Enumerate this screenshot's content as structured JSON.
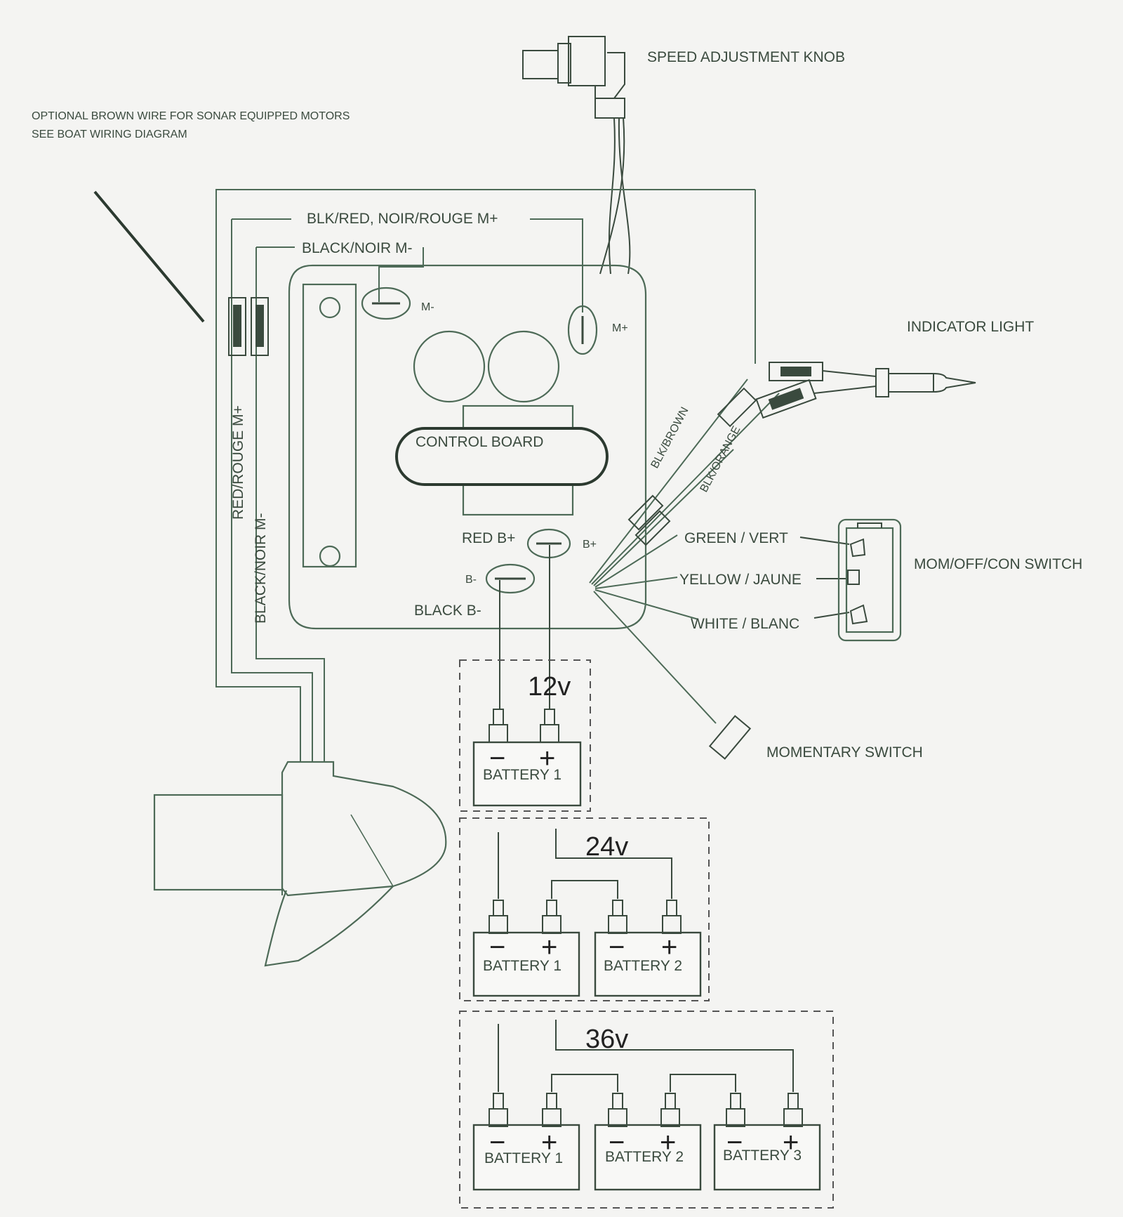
{
  "labels": {
    "optional_note_1": "OPTIONAL BROWN WIRE FOR SONAR EQUIPPED MOTORS",
    "optional_note_2": "SEE BOAT WIRING DIAGRAM",
    "speed_knob": "SPEED ADJUSTMENT  KNOB",
    "blk_red_m_plus": "BLK/RED, NOIR/ROUGE M+",
    "black_noir_m_minus": "BLACK/NOIR M-",
    "m_minus": "M-",
    "m_plus": "M+",
    "indicator_light": "INDICATOR LIGHT",
    "blk_brown": "BLK/BROWN",
    "blk_orange": "BLK/ORANGE",
    "control_board": "CONTROL BOARD",
    "red_rouge_m_plus": "RED/ROUGE M+",
    "black_noir_m_minus_vert": "BLACK/NOIR M-",
    "red_b_plus": "RED B+",
    "b_plus": "B+",
    "b_minus": "B-",
    "black_b_minus": "BLACK B-",
    "green_vert": "GREEN / VERT",
    "yellow_jaune": "YELLOW / JAUNE",
    "white_blanc": "WHITE / BLANC",
    "switch": "MOM/OFF/CON SWITCH",
    "momentary_switch": "MOMENTARY SWITCH"
  },
  "configs": [
    {
      "voltage": "12v",
      "batteries": [
        "BATTERY 1"
      ]
    },
    {
      "voltage": "24v",
      "batteries": [
        "BATTERY 1",
        "BATTERY 2"
      ]
    },
    {
      "voltage": "36v",
      "batteries": [
        "BATTERY 1",
        "BATTERY 2",
        "BATTERY 3"
      ]
    }
  ],
  "terminal_signs": {
    "minus": "−",
    "plus": "+"
  }
}
